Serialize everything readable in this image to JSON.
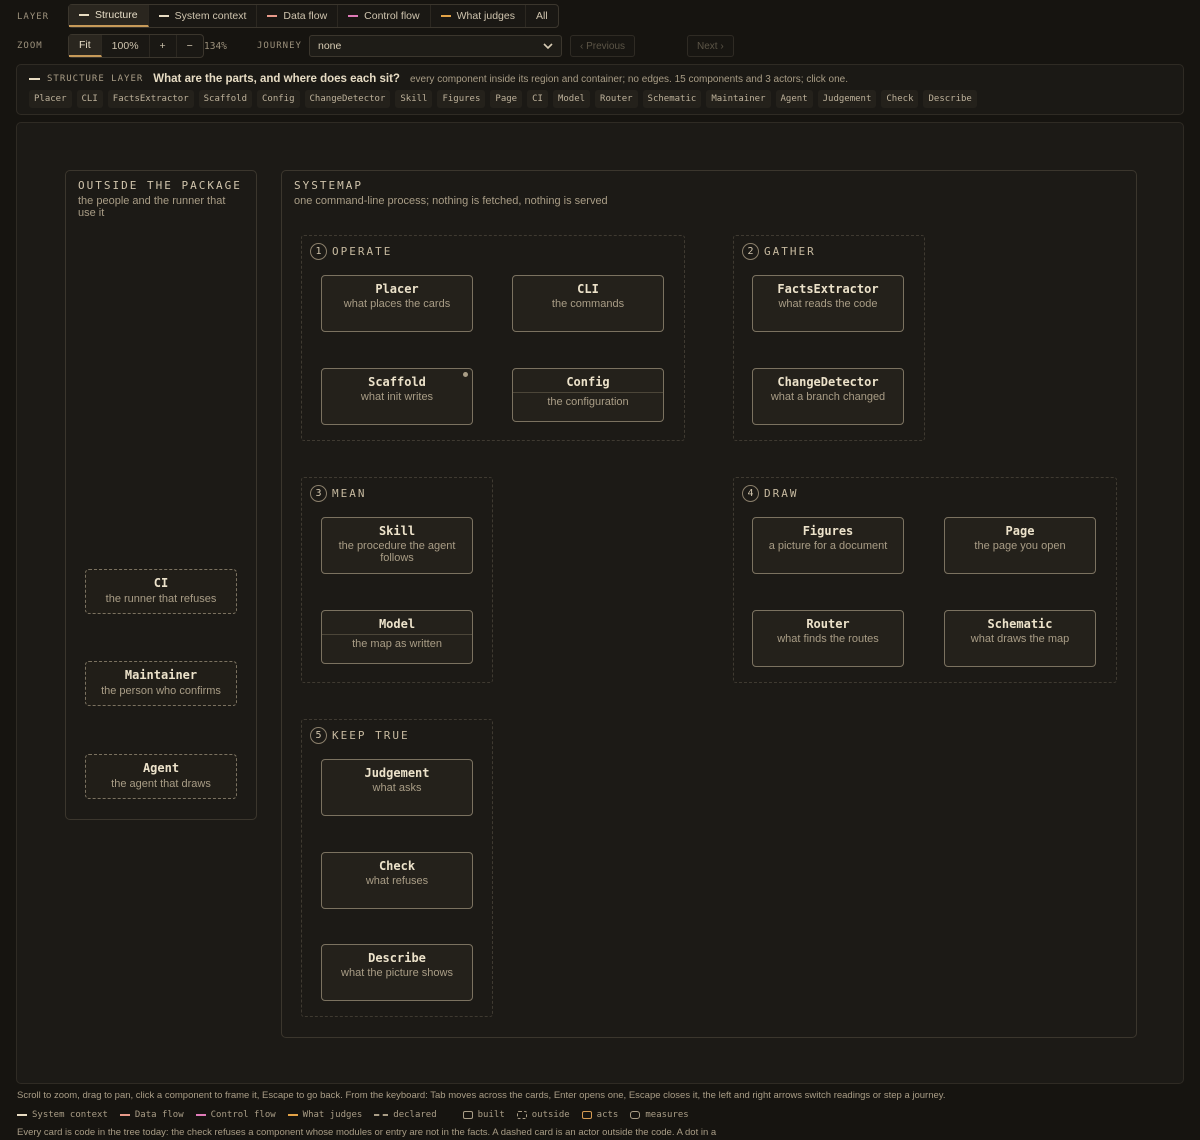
{
  "controls": {
    "layer_label": "LAYER",
    "zoom_label": "ZOOM",
    "journey_label": "JOURNEY",
    "layers": [
      {
        "label": "Structure",
        "color": "#e8dcc2"
      },
      {
        "label": "System context",
        "color": "#e8dcc2"
      },
      {
        "label": "Data flow",
        "color": "#e89a8a"
      },
      {
        "label": "Control flow",
        "color": "#e07bb8"
      },
      {
        "label": "What judges",
        "color": "#e3a347"
      },
      {
        "label": "All",
        "color": ""
      }
    ],
    "zoom_buttons": [
      "Fit",
      "100%",
      "+",
      "−"
    ],
    "zoom_value": "134%",
    "journey_value": "none",
    "previous_label": "‹ Previous",
    "next_label": "Next ›"
  },
  "info": {
    "tag": "STRUCTURE LAYER",
    "question": "What are the parts, and where does each sit?",
    "description": "every component inside its region and container; no edges. 15 components and 3 actors; click one.",
    "chips": [
      "Placer",
      "CLI",
      "FactsExtractor",
      "Scaffold",
      "Config",
      "ChangeDetector",
      "Skill",
      "Figures",
      "Page",
      "CI",
      "Model",
      "Router",
      "Schematic",
      "Maintainer",
      "Agent",
      "Judgement",
      "Check",
      "Describe"
    ]
  },
  "outside": {
    "title": "OUTSIDE THE PACKAGE",
    "subtitle": "the people and the runner that use it",
    "actors": [
      {
        "name": "CI",
        "desc": "the runner that refuses"
      },
      {
        "name": "Maintainer",
        "desc": "the person who confirms"
      },
      {
        "name": "Agent",
        "desc": "the agent that draws"
      }
    ]
  },
  "systemap": {
    "title": "SYSTEMAP",
    "subtitle": "one command-line process; nothing is fetched, nothing is served",
    "regions": [
      {
        "num": "1",
        "title": "OPERATE"
      },
      {
        "num": "2",
        "title": "GATHER"
      },
      {
        "num": "3",
        "title": "MEAN"
      },
      {
        "num": "4",
        "title": "DRAW"
      },
      {
        "num": "5",
        "title": "KEEP TRUE"
      }
    ],
    "cards": [
      {
        "name": "Placer",
        "desc": "what places the cards"
      },
      {
        "name": "CLI",
        "desc": "the commands"
      },
      {
        "name": "Scaffold",
        "desc": "what init writes"
      },
      {
        "name": "Config",
        "desc": "the configuration"
      },
      {
        "name": "FactsExtractor",
        "desc": "what reads the code"
      },
      {
        "name": "ChangeDetector",
        "desc": "what a branch changed"
      },
      {
        "name": "Skill",
        "desc": "the procedure the agent follows"
      },
      {
        "name": "Model",
        "desc": "the map as written"
      },
      {
        "name": "Figures",
        "desc": "a picture for a document"
      },
      {
        "name": "Page",
        "desc": "the page you open"
      },
      {
        "name": "Router",
        "desc": "what finds the routes"
      },
      {
        "name": "Schematic",
        "desc": "what draws the map"
      },
      {
        "name": "Judgement",
        "desc": "what asks"
      },
      {
        "name": "Check",
        "desc": "what refuses"
      },
      {
        "name": "Describe",
        "desc": "what the picture shows"
      }
    ]
  },
  "footer": {
    "help": "Scroll to zoom, drag to pan, click a component to frame it, Escape to go back. From the keyboard: Tab moves across the cards, Enter opens one, Escape closes it, the left and right arrows switch readings or step a journey.",
    "legend": [
      {
        "label": "System context",
        "color": "#e8dcc2"
      },
      {
        "label": "Data flow",
        "color": "#e89a8a"
      },
      {
        "label": "Control flow",
        "color": "#e07bb8"
      },
      {
        "label": "What judges",
        "color": "#e3a347"
      },
      {
        "label": "declared"
      },
      {
        "label": "built"
      },
      {
        "label": "outside"
      },
      {
        "label": "acts"
      },
      {
        "label": "measures"
      }
    ],
    "note": "Every card is code in the tree today: the check refuses a component whose modules or entry are not in the facts. A dashed card is an actor outside the code. A dot in a"
  }
}
